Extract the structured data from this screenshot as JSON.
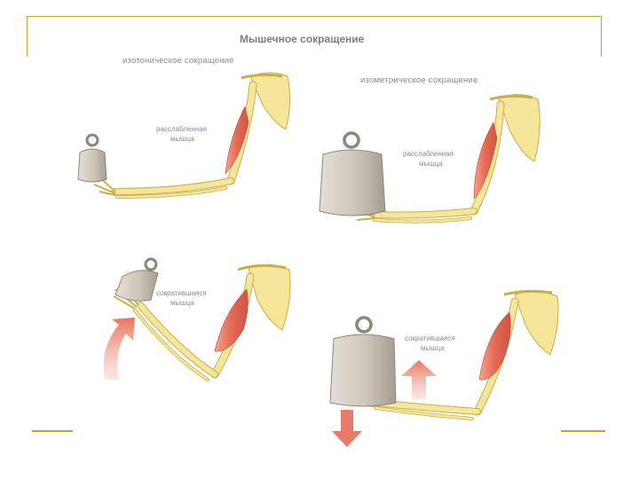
{
  "diagram": {
    "title": "Мышечное сокращение",
    "isotonic_heading": "изотоническое сокращение",
    "isometric_heading": "изометрическое сокращение",
    "panels": [
      {
        "id": "isotonic-relaxed",
        "label_line1": "расслабленная",
        "label_line2": "мышца"
      },
      {
        "id": "isometric-relaxed",
        "label_line1": "расслабленная",
        "label_line2": "мышца"
      },
      {
        "id": "isotonic-contracted",
        "label_line1": "сократившаяся",
        "label_line2": "мышца"
      },
      {
        "id": "isometric-contracted",
        "label_line1": "сократившаяся",
        "label_line2": "мышца"
      }
    ]
  },
  "icons": {
    "weight": "weight-icon",
    "curved_arrow": "curved-arrow-icon",
    "up_arrow": "up-arrow-icon",
    "down_arrow": "down-arrow-icon"
  },
  "colors": {
    "frame": "#c9a227",
    "bone": "#f6e69a",
    "bone_outline": "#c8ae4c",
    "muscle": "#e8735e",
    "weight": "#cfc8bd",
    "arrow": "#ea7f6f",
    "label": "#8a8a96"
  }
}
